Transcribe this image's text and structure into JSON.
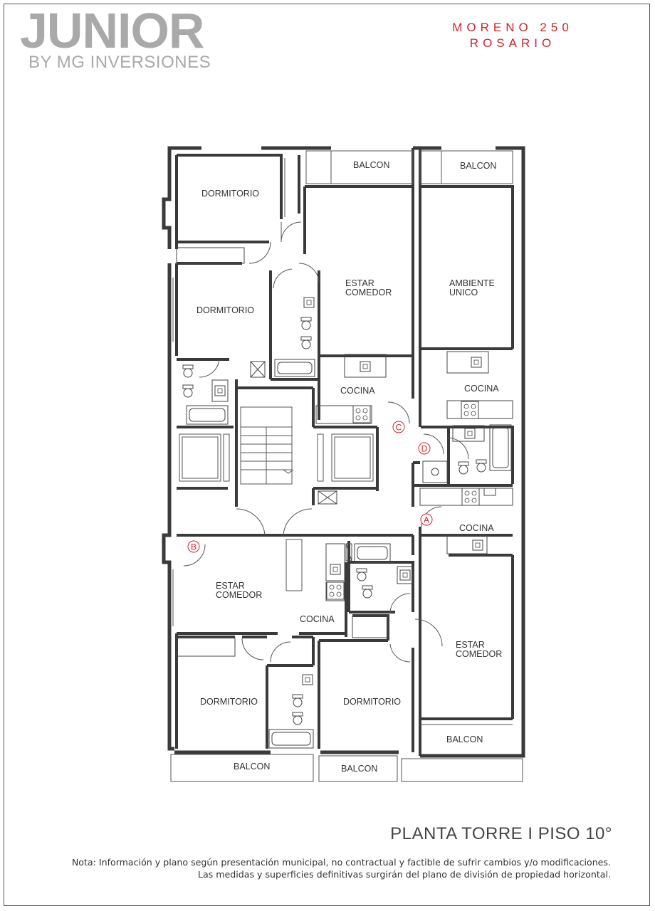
{
  "brand": {
    "name": "JUNIOR",
    "subtitle": "BY MG INVERSIONES",
    "color": "#a9a9a9"
  },
  "address": {
    "line1": "MORENO 250",
    "line2": "ROSARIO",
    "color": "#d2232a"
  },
  "rooms": {
    "dormitorio_1": "DORMITORIO",
    "dormitorio_2": "DORMITORIO",
    "dormitorio_3": "DORMITORIO",
    "dormitorio_4": "DORMITORIO",
    "balcon_1": "BALCON",
    "balcon_2": "BALCON",
    "balcon_3": "BALCON",
    "balcon_4": "BALCON",
    "balcon_5": "BALCON",
    "estar_comedor_1_a": "ESTAR",
    "estar_comedor_1_b": "COMEDOR",
    "estar_comedor_2_a": "ESTAR",
    "estar_comedor_2_b": "COMEDOR",
    "estar_comedor_3_a": "ESTAR",
    "estar_comedor_3_b": "COMEDOR",
    "ambiente_unico_a": "AMBIENTE",
    "ambiente_unico_b": "UNICO",
    "cocina_1": "COCINA",
    "cocina_2": "COCINA",
    "cocina_3": "COCINA",
    "cocina_4": "COCINA"
  },
  "unit_markers": {
    "a": "A",
    "b": "B",
    "c": "C",
    "d": "D",
    "color": "#d2232a"
  },
  "plan_title": "PLANTA TORRE I PISO 10°",
  "note": {
    "line1": "Nota: Información y plano según presentación municipal, no contractual y factible de sufrir cambios y/o modificaciones.",
    "line2": "Las medidas y superficies  definitivas surgirán del plano de división de propiedad horizontal."
  }
}
